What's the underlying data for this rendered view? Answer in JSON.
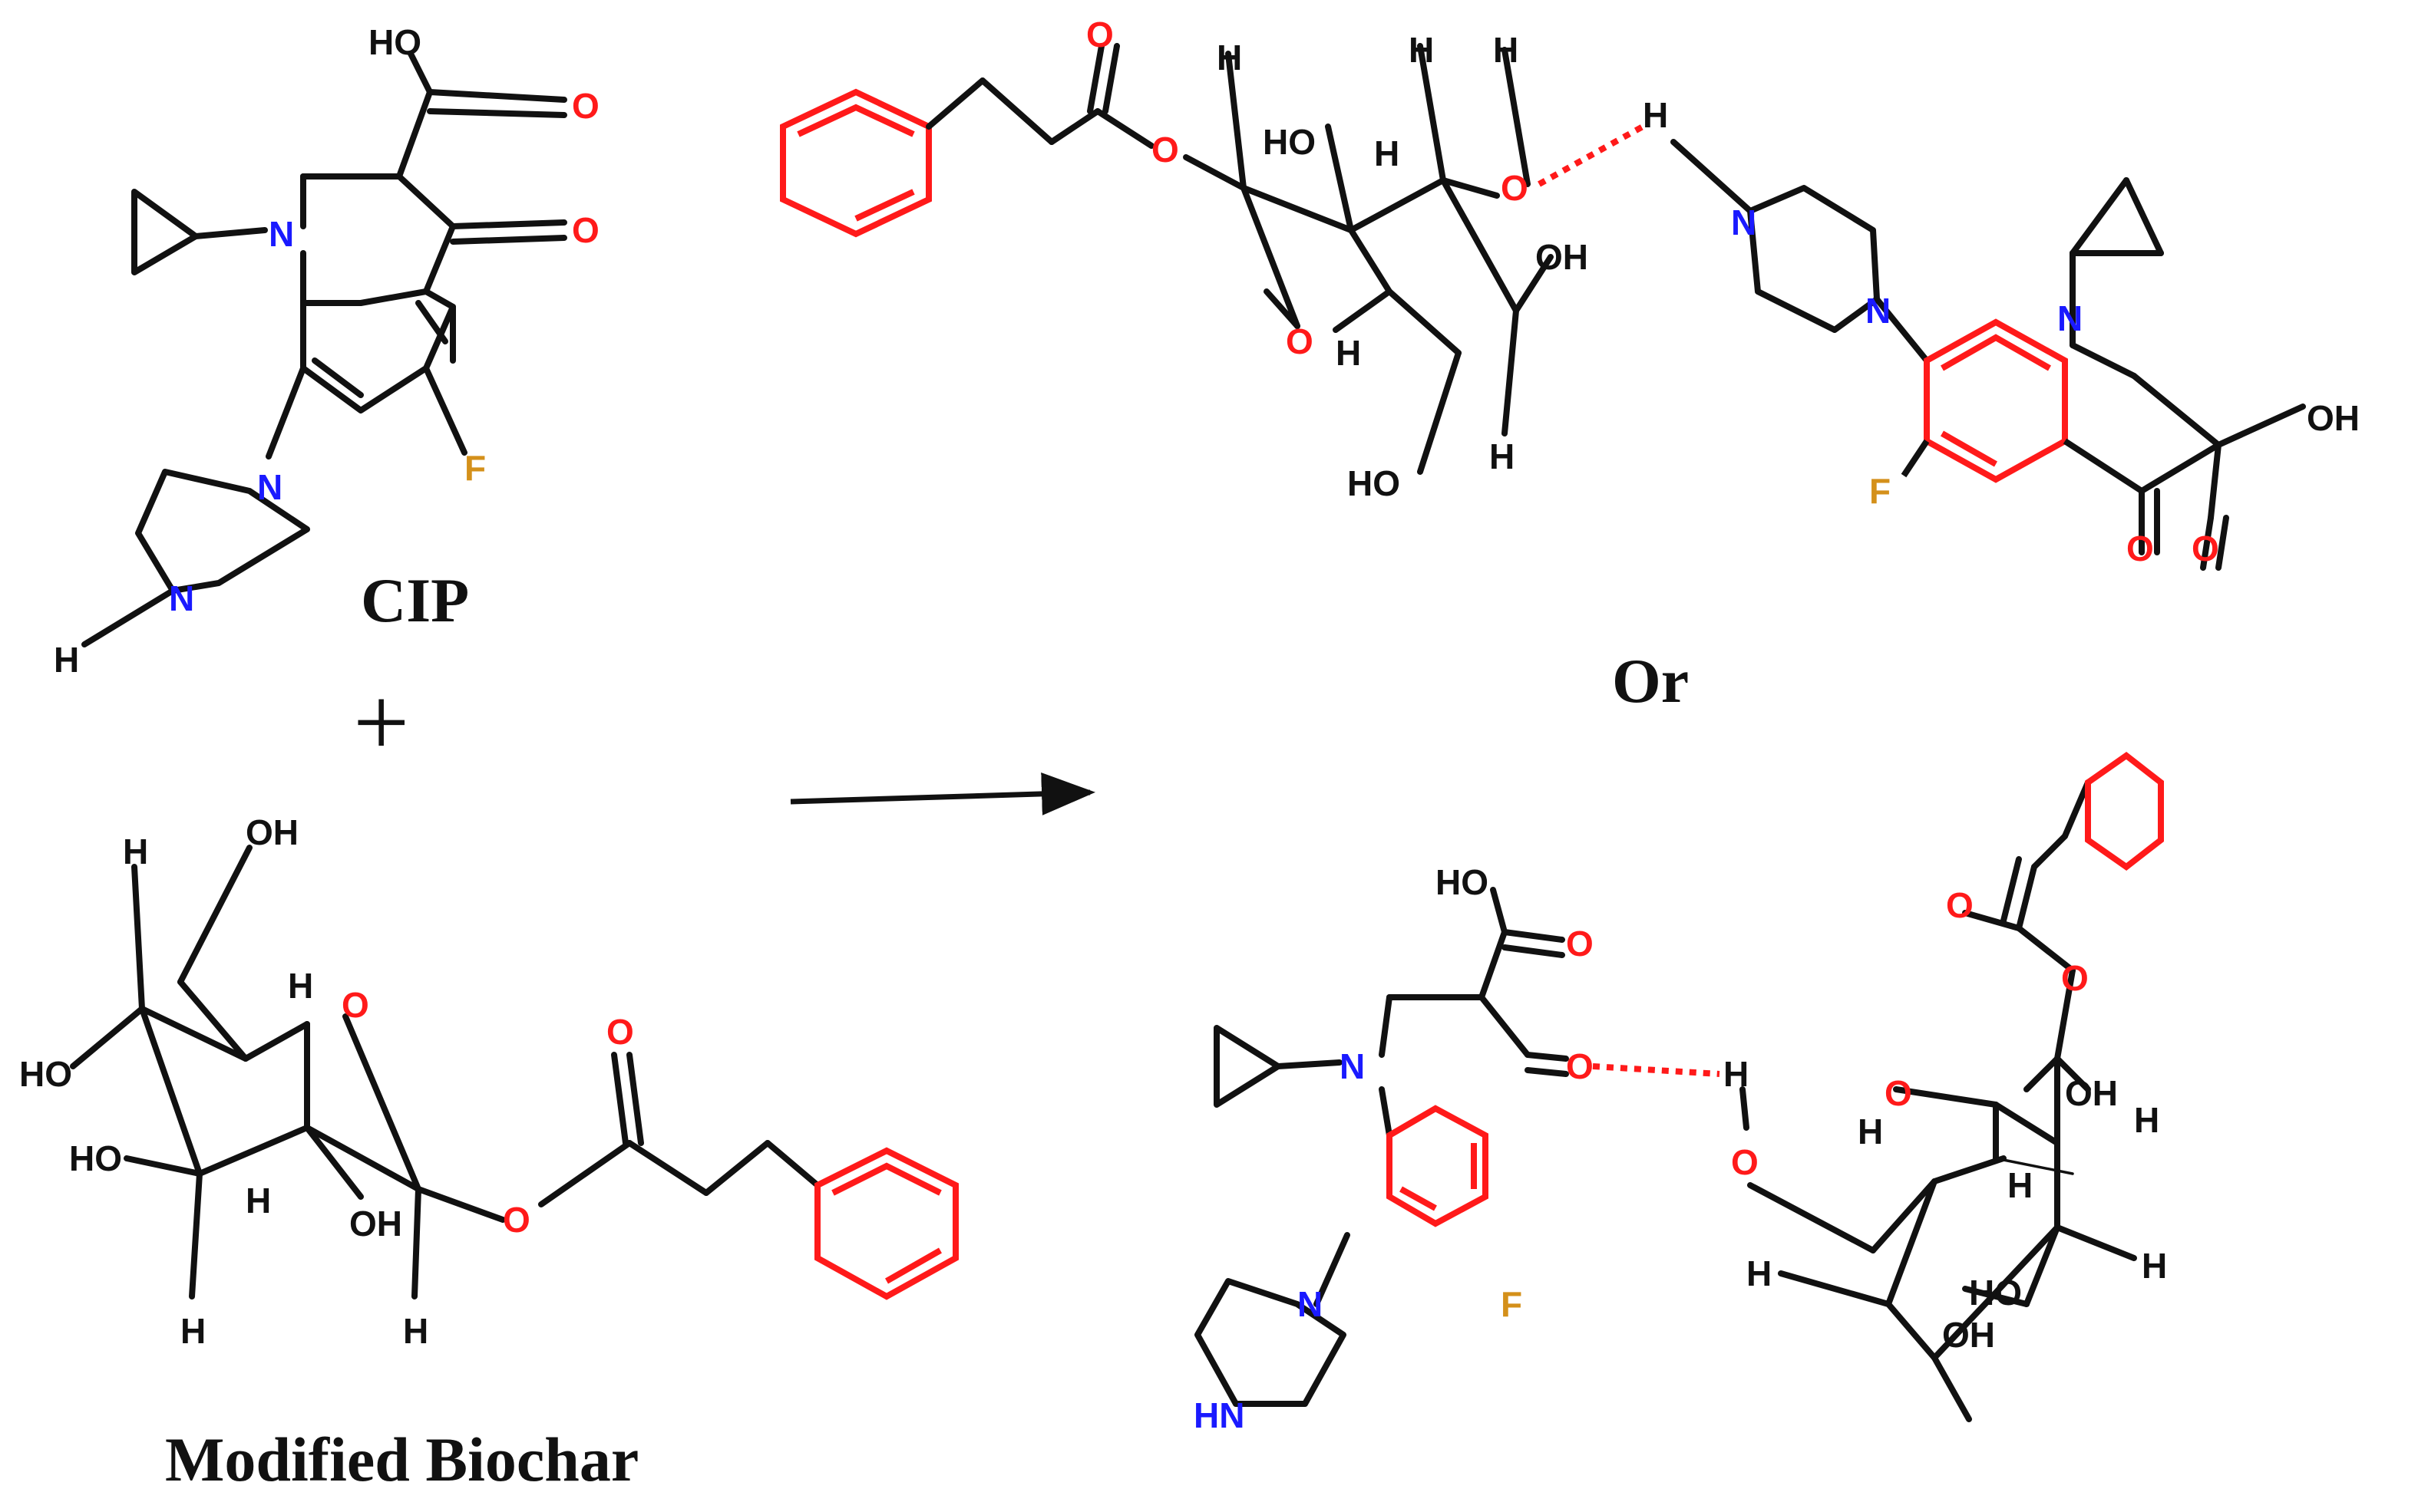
{
  "captions": {
    "cip": "CIP",
    "biochar": "Modified Biochar",
    "or": "Or",
    "plus": "+"
  },
  "atoms": {
    "hydroxyl": "HO",
    "hydroxyl_right": "OH",
    "oxygen": "O",
    "nitrogen": "N",
    "fluorine": "F",
    "hydrogen": "H",
    "amine": "HN"
  },
  "colors": {
    "bond": "#111111",
    "oxygen": "#ff1a1a",
    "nitrogen": "#1a1aff",
    "fluorine": "#d4901a",
    "highlight": "#ff1a1a",
    "hbond": "#ff1a1a"
  },
  "structures": [
    "cip-molecule",
    "modified-biochar-molecule",
    "reaction-arrow",
    "product-top",
    "product-bottom"
  ]
}
